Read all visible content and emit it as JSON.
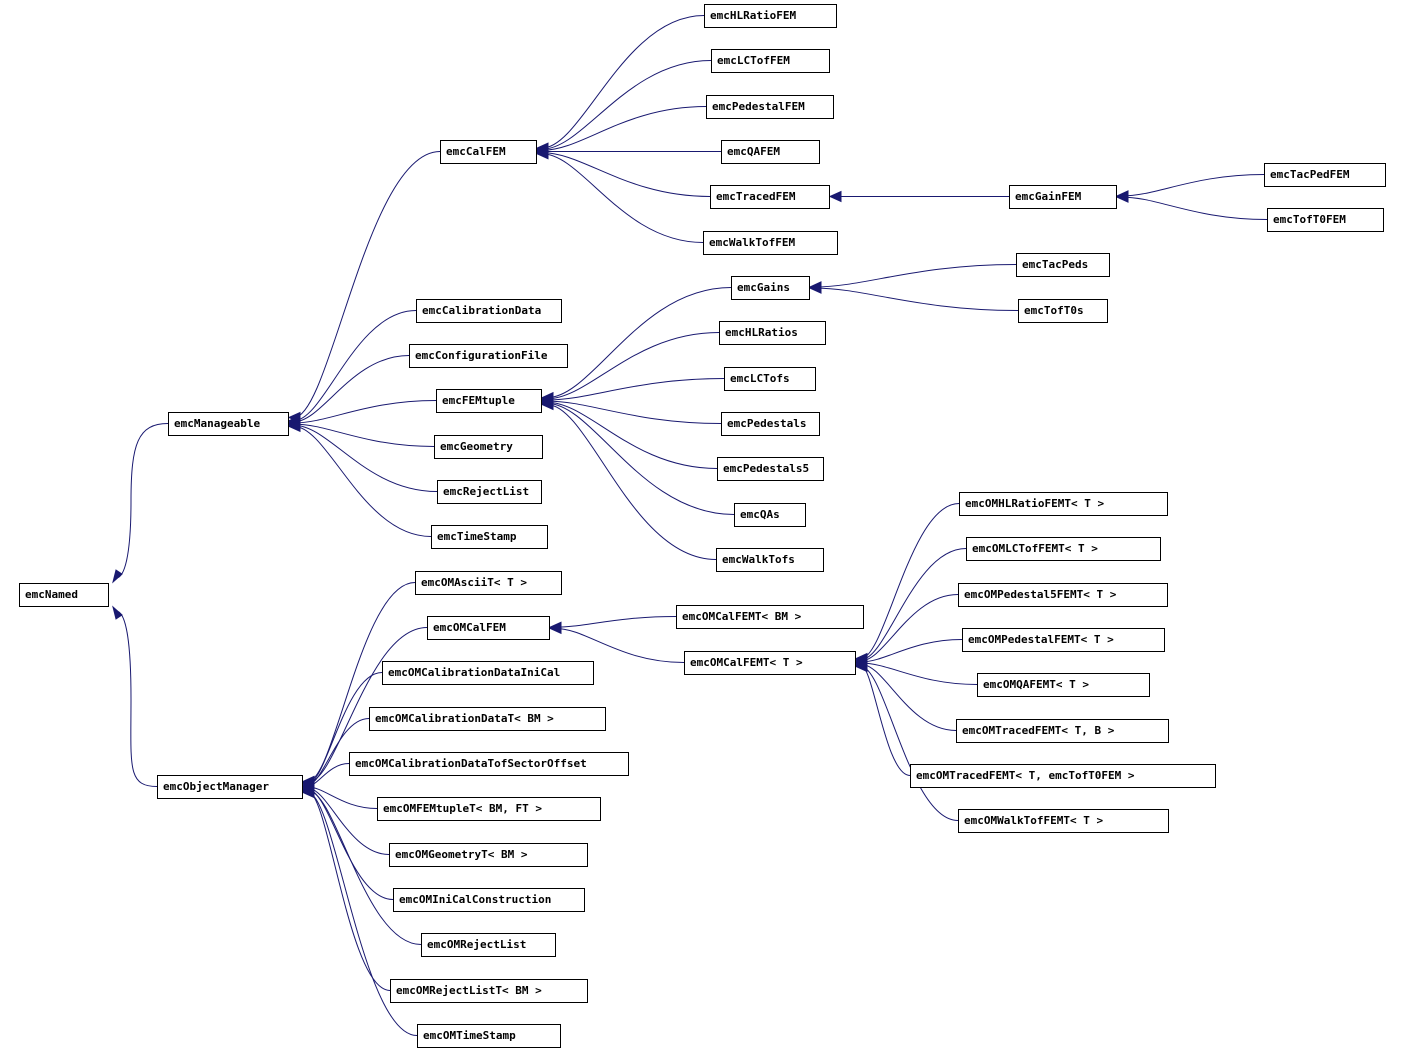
{
  "diagram": {
    "colors": {
      "edge": "#191970",
      "box_stroke": "#000000",
      "box_fill": "#ffffff",
      "text": "#000000"
    },
    "nodes": [
      {
        "id": "emcNamed",
        "label": "emcNamed"
      },
      {
        "id": "emcManageable",
        "label": "emcManageable"
      },
      {
        "id": "emcObjectManager",
        "label": "emcObjectManager"
      },
      {
        "id": "emcCalFEM",
        "label": "emcCalFEM"
      },
      {
        "id": "emcHLRatioFEM",
        "label": "emcHLRatioFEM"
      },
      {
        "id": "emcLCTofFEM",
        "label": "emcLCTofFEM"
      },
      {
        "id": "emcPedestalFEM",
        "label": "emcPedestalFEM"
      },
      {
        "id": "emcQAFEM",
        "label": "emcQAFEM"
      },
      {
        "id": "emcTracedFEM",
        "label": "emcTracedFEM"
      },
      {
        "id": "emcWalkTofFEM",
        "label": "emcWalkTofFEM"
      },
      {
        "id": "emcGainFEM",
        "label": "emcGainFEM"
      },
      {
        "id": "emcTacPedFEM",
        "label": "emcTacPedFEM"
      },
      {
        "id": "emcTofT0FEM",
        "label": "emcTofT0FEM"
      },
      {
        "id": "emcCalibrationData",
        "label": "emcCalibrationData"
      },
      {
        "id": "emcConfigurationFile",
        "label": "emcConfigurationFile"
      },
      {
        "id": "emcFEMtuple",
        "label": "emcFEMtuple"
      },
      {
        "id": "emcGeometry",
        "label": "emcGeometry"
      },
      {
        "id": "emcRejectList",
        "label": "emcRejectList"
      },
      {
        "id": "emcTimeStamp",
        "label": "emcTimeStamp"
      },
      {
        "id": "emcGains",
        "label": "emcGains"
      },
      {
        "id": "emcTacPeds",
        "label": "emcTacPeds"
      },
      {
        "id": "emcTofT0s",
        "label": "emcTofT0s"
      },
      {
        "id": "emcHLRatios",
        "label": "emcHLRatios"
      },
      {
        "id": "emcLCTofs",
        "label": "emcLCTofs"
      },
      {
        "id": "emcPedestals",
        "label": "emcPedestals"
      },
      {
        "id": "emcPedestals5",
        "label": "emcPedestals5"
      },
      {
        "id": "emcQAs",
        "label": "emcQAs"
      },
      {
        "id": "emcWalkTofs",
        "label": "emcWalkTofs"
      },
      {
        "id": "emcOMAsciiT",
        "label": "emcOMAsciiT< T >"
      },
      {
        "id": "emcOMCalFEM",
        "label": "emcOMCalFEM"
      },
      {
        "id": "emcOMCalFEMT_BM",
        "label": "emcOMCalFEMT< BM >"
      },
      {
        "id": "emcOMCalFEMT_T",
        "label": "emcOMCalFEMT< T >"
      },
      {
        "id": "emcOMCalibrationDataIniCal",
        "label": "emcOMCalibrationDataIniCal"
      },
      {
        "id": "emcOMCalibrationDataT",
        "label": "emcOMCalibrationDataT< BM >"
      },
      {
        "id": "emcOMCalibrationDataTofSectorOffset",
        "label": "emcOMCalibrationDataTofSectorOffset"
      },
      {
        "id": "emcOMFEMtupleT",
        "label": "emcOMFEMtupleT< BM, FT >"
      },
      {
        "id": "emcOMGeometryT",
        "label": "emcOMGeometryT< BM >"
      },
      {
        "id": "emcOMIniCalConstruction",
        "label": "emcOMIniCalConstruction"
      },
      {
        "id": "emcOMRejectList",
        "label": "emcOMRejectList"
      },
      {
        "id": "emcOMRejectListT",
        "label": "emcOMRejectListT< BM >"
      },
      {
        "id": "emcOMTimeStamp",
        "label": "emcOMTimeStamp"
      },
      {
        "id": "emcOMHLRatioFEMT",
        "label": "emcOMHLRatioFEMT< T >"
      },
      {
        "id": "emcOMLCTofFEMT",
        "label": "emcOMLCTofFEMT< T >"
      },
      {
        "id": "emcOMPedestal5FEMT",
        "label": "emcOMPedestal5FEMT< T >"
      },
      {
        "id": "emcOMPedestalFEMT",
        "label": "emcOMPedestalFEMT< T >"
      },
      {
        "id": "emcOMQAFEMT",
        "label": "emcOMQAFEMT< T >"
      },
      {
        "id": "emcOMTracedFEMT_B",
        "label": "emcOMTracedFEMT< T, B >"
      },
      {
        "id": "emcOMTracedFEMT_Tof",
        "label": "emcOMTracedFEMT< T, emcTofT0FEM >"
      },
      {
        "id": "emcOMWalkTofFEMT",
        "label": "emcOMWalkTofFEMT< T >"
      }
    ],
    "edges": [
      {
        "from": "emcManageable",
        "to": "emcNamed"
      },
      {
        "from": "emcObjectManager",
        "to": "emcNamed"
      },
      {
        "from": "emcCalFEM",
        "to": "emcManageable"
      },
      {
        "from": "emcCalibrationData",
        "to": "emcManageable"
      },
      {
        "from": "emcConfigurationFile",
        "to": "emcManageable"
      },
      {
        "from": "emcFEMtuple",
        "to": "emcManageable"
      },
      {
        "from": "emcGeometry",
        "to": "emcManageable"
      },
      {
        "from": "emcRejectList",
        "to": "emcManageable"
      },
      {
        "from": "emcTimeStamp",
        "to": "emcManageable"
      },
      {
        "from": "emcHLRatioFEM",
        "to": "emcCalFEM"
      },
      {
        "from": "emcLCTofFEM",
        "to": "emcCalFEM"
      },
      {
        "from": "emcPedestalFEM",
        "to": "emcCalFEM"
      },
      {
        "from": "emcQAFEM",
        "to": "emcCalFEM"
      },
      {
        "from": "emcTracedFEM",
        "to": "emcCalFEM"
      },
      {
        "from": "emcWalkTofFEM",
        "to": "emcCalFEM"
      },
      {
        "from": "emcGainFEM",
        "to": "emcTracedFEM"
      },
      {
        "from": "emcTacPedFEM",
        "to": "emcGainFEM"
      },
      {
        "from": "emcTofT0FEM",
        "to": "emcGainFEM"
      },
      {
        "from": "emcGains",
        "to": "emcFEMtuple"
      },
      {
        "from": "emcHLRatios",
        "to": "emcFEMtuple"
      },
      {
        "from": "emcLCTofs",
        "to": "emcFEMtuple"
      },
      {
        "from": "emcPedestals",
        "to": "emcFEMtuple"
      },
      {
        "from": "emcPedestals5",
        "to": "emcFEMtuple"
      },
      {
        "from": "emcQAs",
        "to": "emcFEMtuple"
      },
      {
        "from": "emcWalkTofs",
        "to": "emcFEMtuple"
      },
      {
        "from": "emcTacPeds",
        "to": "emcGains"
      },
      {
        "from": "emcTofT0s",
        "to": "emcGains"
      },
      {
        "from": "emcOMAsciiT",
        "to": "emcObjectManager"
      },
      {
        "from": "emcOMCalFEM",
        "to": "emcObjectManager"
      },
      {
        "from": "emcOMCalibrationDataIniCal",
        "to": "emcObjectManager"
      },
      {
        "from": "emcOMCalibrationDataT",
        "to": "emcObjectManager"
      },
      {
        "from": "emcOMCalibrationDataTofSectorOffset",
        "to": "emcObjectManager"
      },
      {
        "from": "emcOMFEMtupleT",
        "to": "emcObjectManager"
      },
      {
        "from": "emcOMGeometryT",
        "to": "emcObjectManager"
      },
      {
        "from": "emcOMIniCalConstruction",
        "to": "emcObjectManager"
      },
      {
        "from": "emcOMRejectList",
        "to": "emcObjectManager"
      },
      {
        "from": "emcOMRejectListT",
        "to": "emcObjectManager"
      },
      {
        "from": "emcOMTimeStamp",
        "to": "emcObjectManager"
      },
      {
        "from": "emcOMCalFEMT_BM",
        "to": "emcOMCalFEM"
      },
      {
        "from": "emcOMCalFEMT_T",
        "to": "emcOMCalFEM"
      },
      {
        "from": "emcOMHLRatioFEMT",
        "to": "emcOMCalFEMT_T"
      },
      {
        "from": "emcOMLCTofFEMT",
        "to": "emcOMCalFEMT_T"
      },
      {
        "from": "emcOMPedestal5FEMT",
        "to": "emcOMCalFEMT_T"
      },
      {
        "from": "emcOMPedestalFEMT",
        "to": "emcOMCalFEMT_T"
      },
      {
        "from": "emcOMQAFEMT",
        "to": "emcOMCalFEMT_T"
      },
      {
        "from": "emcOMTracedFEMT_B",
        "to": "emcOMCalFEMT_T"
      },
      {
        "from": "emcOMTracedFEMT_Tof",
        "to": "emcOMCalFEMT_T"
      },
      {
        "from": "emcOMWalkTofFEMT",
        "to": "emcOMCalFEMT_T"
      }
    ]
  }
}
